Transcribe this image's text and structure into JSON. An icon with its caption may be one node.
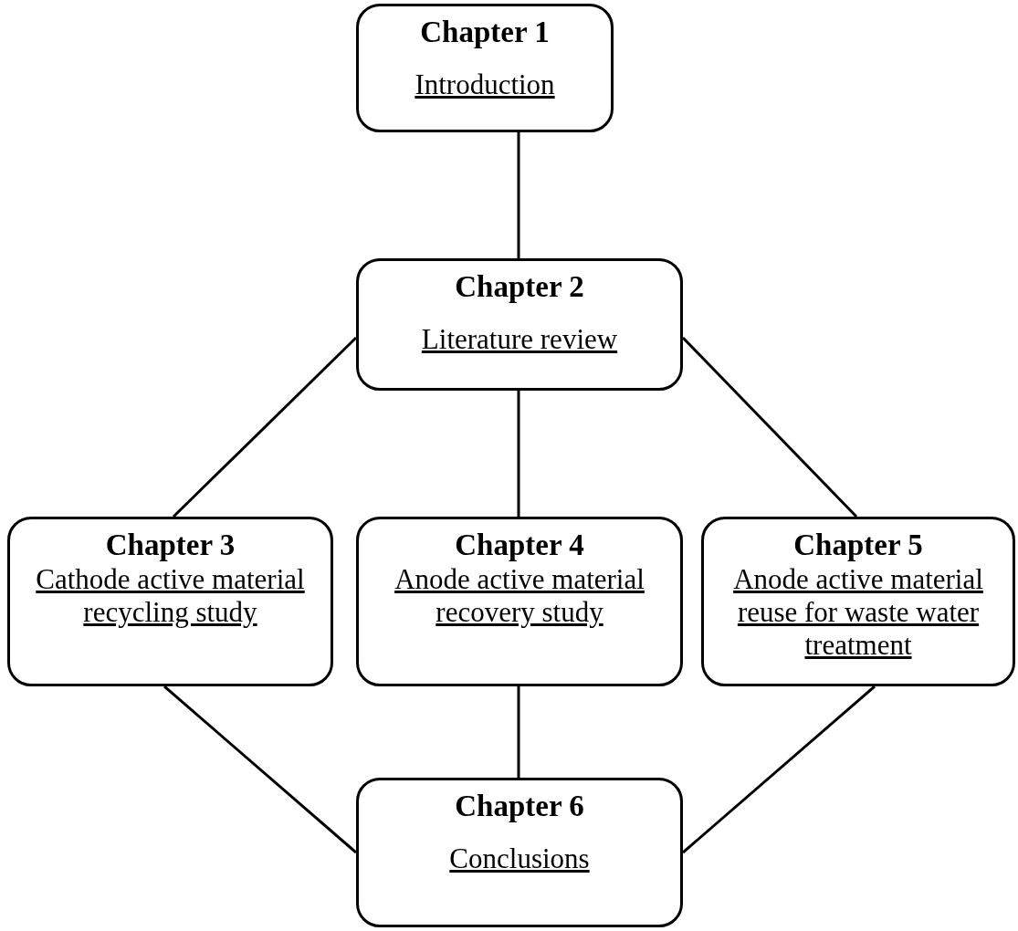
{
  "diagram": {
    "nodes": [
      {
        "text": [
          "Chapter 1",
          "Introduction"
        ]
      },
      {
        "text": [
          "Chapter 2",
          "Literature review"
        ]
      },
      {
        "text": [
          "Chapter 3",
          "Cathode active material recycling study"
        ]
      },
      {
        "text": [
          "Chapter 4",
          "Anode active material recovery study"
        ]
      },
      {
        "text": [
          "Chapter 5",
          "Anode active material reuse for waste water treatment"
        ]
      },
      {
        "text": [
          "Chapter 6",
          "Conclusions"
        ]
      }
    ],
    "edges": [
      {
        "from": 0,
        "to": 1,
        "arrow": "none"
      },
      {
        "from": 1,
        "to": 2,
        "arrow": "none"
      },
      {
        "from": 1,
        "to": 3,
        "arrow": "none"
      },
      {
        "from": 1,
        "to": 4,
        "arrow": "none"
      },
      {
        "from": 2,
        "to": 5,
        "arrow": "none"
      },
      {
        "from": 3,
        "to": 5,
        "arrow": "none"
      },
      {
        "from": 4,
        "to": 5,
        "arrow": "none"
      }
    ]
  }
}
